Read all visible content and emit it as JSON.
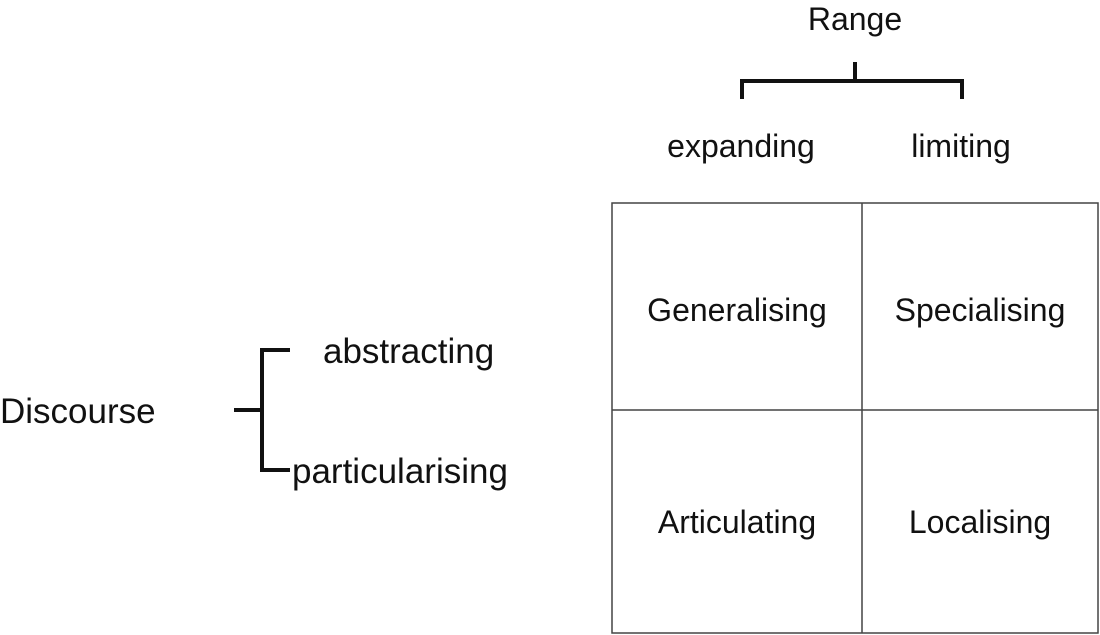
{
  "range": {
    "title": "Range",
    "options": [
      "expanding",
      "limiting"
    ]
  },
  "discourse": {
    "title": "Discourse",
    "options": [
      "abstracting",
      "particularising"
    ]
  },
  "cells": {
    "top_left": "Generalising",
    "top_right": "Specialising",
    "bottom_left": "Articulating",
    "bottom_right": "Localising"
  }
}
